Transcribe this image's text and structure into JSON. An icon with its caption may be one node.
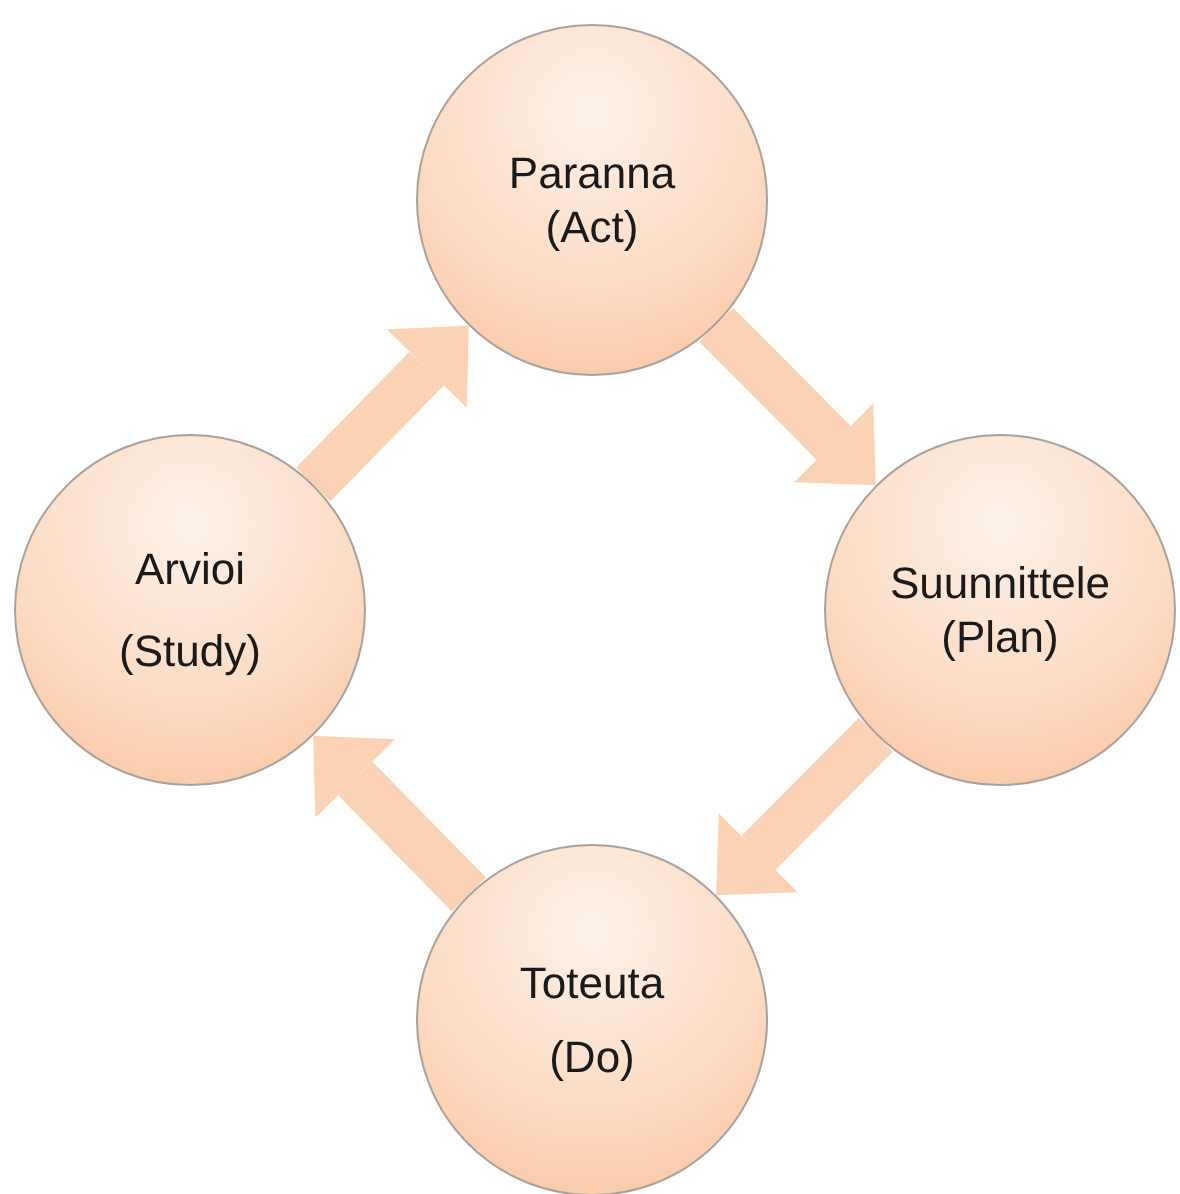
{
  "diagram": {
    "nodes": [
      {
        "text": [
          "Paranna",
          "(Act)"
        ]
      },
      {
        "text": [
          "Suunnittele",
          "(Plan)"
        ]
      },
      {
        "text": [
          "Toteuta",
          "(Do)"
        ]
      },
      {
        "text": [
          "Arvioi",
          "(Study)"
        ]
      }
    ],
    "edges": [
      {
        "from": 0,
        "to": 1,
        "arrow": "to"
      },
      {
        "from": 1,
        "to": 2,
        "arrow": "to"
      },
      {
        "from": 2,
        "to": 3,
        "arrow": "to"
      },
      {
        "from": 3,
        "to": 0,
        "arrow": "to"
      }
    ]
  }
}
